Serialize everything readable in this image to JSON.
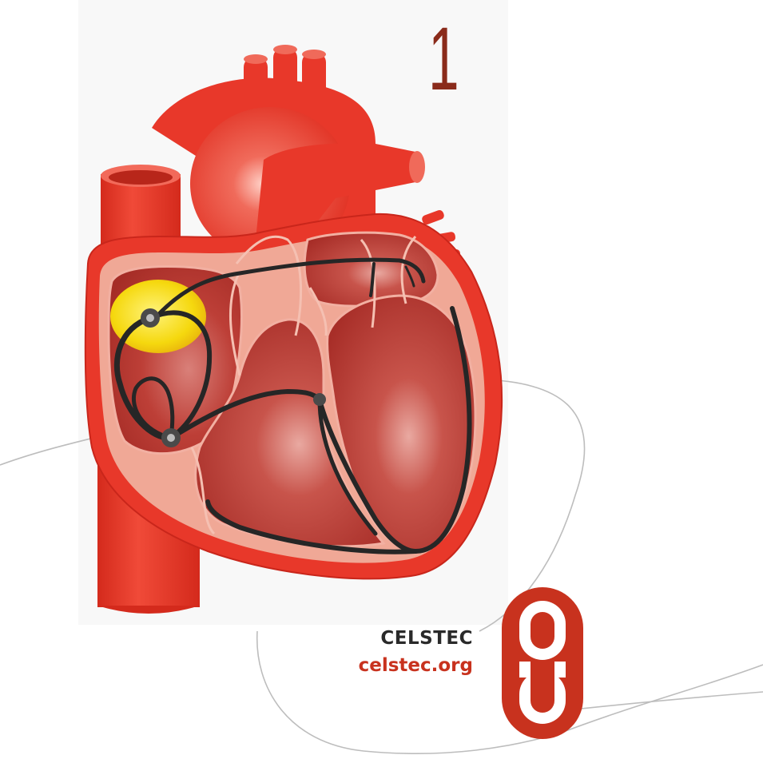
{
  "slide": {
    "step_number": "1"
  },
  "brand": {
    "name": "CELSTEC",
    "url": "celstec.org"
  },
  "colors": {
    "heart_red": "#e8382a",
    "chamber_fill": "#b8362e",
    "wall_pink": "#f0a896",
    "sa_node_yellow": "#f7dc14",
    "conduction_path": "#262626",
    "logo_red": "#c8321e",
    "number_color": "#8a2b1b"
  },
  "icons": {
    "logo": "celstec-logo-icon",
    "illustration": "heart-conduction-illustration"
  }
}
